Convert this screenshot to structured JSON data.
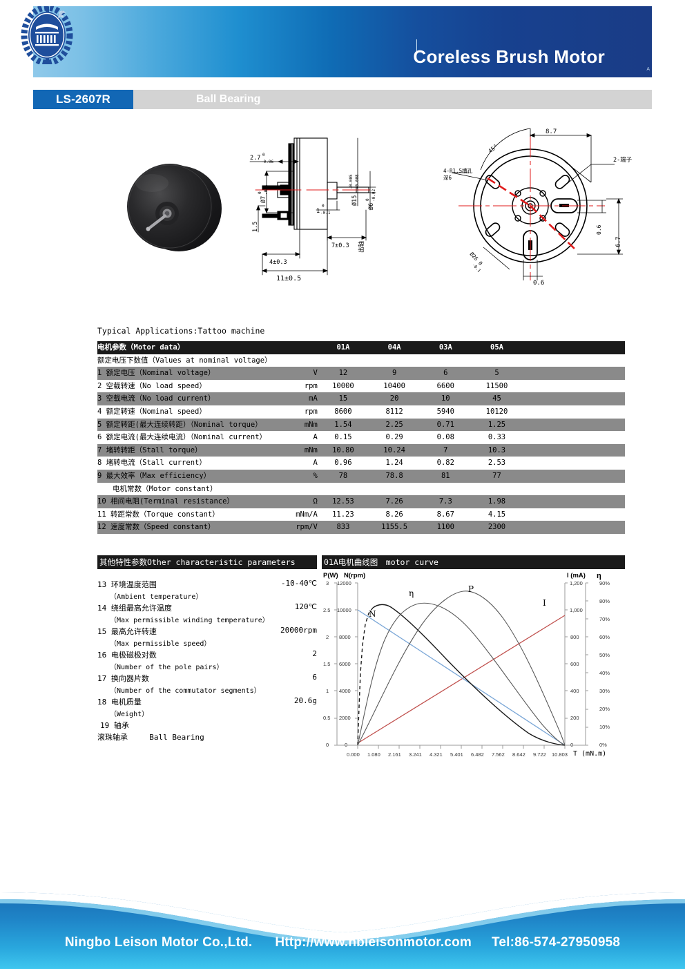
{
  "header": {
    "title": "Coreless Brush Motor",
    "corner_mark": "A",
    "logo_name": "leison-gear-logo"
  },
  "model_bar": {
    "model": "LS-2607R",
    "bearing": "Ball Bearing"
  },
  "drawings": {
    "photo_caption": "coreless-brush-motor-photo",
    "side_view": {
      "name": "side-elevation-drawing",
      "dims": [
        "2.7 0 -0.06",
        "ø7 0 -0.1",
        "ø15 -0.005 -0.008",
        "ø6 0 -0.02",
        "1 0 -0.1",
        "1.5",
        "7±0.3",
        "4±0.3",
        "11±0.5",
        "出轴"
      ]
    },
    "end_view": {
      "name": "end-face-drawing",
      "dims": [
        "45°",
        "8.7",
        "4-R1.5槽孔",
        "深6",
        "2-端子",
        "0.6",
        "6.7",
        "0.6",
        "ø26 0 -0.1"
      ]
    }
  },
  "typical_applications": "Typical Applications:Tattoo machine",
  "table": {
    "header_label": "电机参数（Motor data）",
    "columns": [
      "01A",
      "04A",
      "03A",
      "05A",
      "",
      ""
    ],
    "section_nominal": "额定电压下数值（Values at nominal voltage）",
    "section_constant": "电机常数（Motor constant）",
    "rows": [
      {
        "n": "1",
        "label": "额定电压（Nominal voltage）",
        "unit": "V",
        "values": [
          "12",
          "9",
          "6",
          "5",
          "",
          ""
        ]
      },
      {
        "n": "2",
        "label": "空载转速（No load speed）",
        "unit": "rpm",
        "values": [
          "10000",
          "10400",
          "6600",
          "11500",
          "",
          ""
        ]
      },
      {
        "n": "3",
        "label": "空载电流（No load current）",
        "unit": "mA",
        "values": [
          "15",
          "20",
          "10",
          "45",
          "",
          ""
        ]
      },
      {
        "n": "4",
        "label": "额定转速（Nominal speed）",
        "unit": "rpm",
        "values": [
          "8600",
          "8112",
          "5940",
          "10120",
          "",
          ""
        ]
      },
      {
        "n": "5",
        "label": "额定转距(最大连续转距）（Nominal torque）",
        "unit": "mNm",
        "values": [
          "1.54",
          "2.25",
          "0.71",
          "1.25",
          "",
          ""
        ]
      },
      {
        "n": "6",
        "label": "额定电流(最大连续电流）（Nominal current）",
        "unit": "A",
        "values": [
          "0.15",
          "0.29",
          "0.08",
          "0.33",
          "",
          ""
        ]
      },
      {
        "n": "7",
        "label": "堵转转距（Stall torque）",
        "unit": "mNm",
        "values": [
          "10.80",
          "10.24",
          "7",
          "10.3",
          "",
          ""
        ]
      },
      {
        "n": "8",
        "label": "堵转电流（Stall current）",
        "unit": "A",
        "values": [
          "0.96",
          "1.24",
          "0.82",
          "2.53",
          "",
          ""
        ]
      },
      {
        "n": "9",
        "label": "最大效率（Max efficiency）",
        "unit": "%",
        "values": [
          "78",
          "78.8",
          "81",
          "77",
          "",
          ""
        ]
      },
      {
        "n": "10",
        "label": "相间电阻(Terminal resistance）",
        "unit": "Ω",
        "values": [
          "12.53",
          "7.26",
          "7.3",
          "1.98",
          "",
          ""
        ]
      },
      {
        "n": "11",
        "label": "转距常数（Torque constant）",
        "unit": "mNm/A",
        "values": [
          "11.23",
          "8.26",
          "8.67",
          "4.15",
          "",
          ""
        ]
      },
      {
        "n": "12",
        "label": "速度常数（Speed constant）",
        "unit": "rpm/V",
        "values": [
          "833",
          "1155.5",
          "1100",
          "2300",
          "",
          ""
        ]
      }
    ]
  },
  "other_params": {
    "header": "其他特性参数Other characteristic parameters",
    "items": [
      {
        "n": "13",
        "label": "环境温度范围",
        "sub": "（Ambient temperature）",
        "value": "-10-40℃"
      },
      {
        "n": "14",
        "label": "绕组最高允许温度",
        "sub": "（Max permissible winding temperature）",
        "value": "120℃"
      },
      {
        "n": "15",
        "label": "最高允许转速",
        "sub": "（Max permissible speed）",
        "value": "20000rpm"
      },
      {
        "n": "16",
        "label": "电极磁极对数",
        "sub": "（Number of the pole pairs）",
        "value": "2"
      },
      {
        "n": "17",
        "label": "换向器片数",
        "sub": "（Number of the commutator segments）",
        "value": "6"
      },
      {
        "n": "18",
        "label": "电机质量",
        "sub": "（Weight）",
        "value": "20.6g"
      }
    ],
    "bearing_num": "19",
    "bearing_label": "轴承",
    "bearing_value_cn": "滚珠轴承",
    "bearing_value_en": "Ball Bearing"
  },
  "chart_data": {
    "type": "line",
    "title": "01A电机曲线图　motor curve",
    "xlabel": "T (mN.m)",
    "x_ticks": [
      "0.000",
      "1.080",
      "2.161",
      "3.241",
      "4.321",
      "5.401",
      "6.482",
      "7.562",
      "8.642",
      "9.722",
      "10.803"
    ],
    "xlim": [
      0,
      10.803
    ],
    "axes": [
      {
        "name": "P(W)",
        "ticks": [
          "0",
          "0.5",
          "1",
          "1.5",
          "2",
          "2.5",
          "3"
        ],
        "lim": [
          0,
          3
        ],
        "side": "left"
      },
      {
        "name": "N(rpm)",
        "ticks": [
          "0",
          "2000",
          "4000",
          "6000",
          "8000",
          "10000",
          "12000"
        ],
        "lim": [
          0,
          12000
        ],
        "side": "left"
      },
      {
        "name": "I (mA)",
        "ticks": [
          "0",
          "200",
          "400",
          "600",
          "800",
          "1,000",
          "1,200"
        ],
        "lim": [
          0,
          1200
        ],
        "side": "right"
      },
      {
        "name": "η",
        "ticks": [
          "0%",
          "10%",
          "20%",
          "30%",
          "40%",
          "50%",
          "60%",
          "70%",
          "80%",
          "90%"
        ],
        "lim": [
          0,
          90
        ],
        "side": "right"
      }
    ],
    "series": [
      {
        "name": "N",
        "label": "N",
        "color": "#000000",
        "axis": "N(rpm)",
        "comment": "speed drops linearly from no-load 10000 rpm at T=0 to 0 at stall 10.803; dashed startup segment near origin",
        "x": [
          0.0,
          0.3,
          0.6,
          1.08,
          2.161,
          3.241,
          4.321,
          5.401,
          6.482,
          7.562,
          8.642,
          9.722,
          10.803
        ],
        "y": [
          0,
          7000,
          9700,
          10300,
          10000,
          9100,
          8100,
          7000,
          5800,
          4600,
          3300,
          1900,
          0
        ]
      },
      {
        "name": "eta",
        "label": "η",
        "color": "#555555",
        "axis": "η",
        "comment": "efficiency curve peaks ~78% near T=2.2",
        "x": [
          0.0,
          0.5,
          1.08,
          1.6,
          2.161,
          2.8,
          3.241,
          4.321,
          5.401,
          6.482,
          7.562,
          8.642,
          9.722,
          10.803
        ],
        "y": [
          0,
          30,
          53,
          68,
          76,
          78,
          77,
          72,
          64,
          55,
          44,
          32,
          18,
          0
        ]
      },
      {
        "name": "P",
        "label": "P",
        "color": "#555555",
        "axis": "P(W)",
        "comment": "mechanical power parabola, peak ~2.9 W at T=5.4",
        "x": [
          0.0,
          1.08,
          2.161,
          3.241,
          4.321,
          5.401,
          6.482,
          7.562,
          8.642,
          9.722,
          10.803
        ],
        "y": [
          0,
          1.05,
          1.88,
          2.47,
          2.8,
          2.9,
          2.82,
          2.52,
          2.02,
          1.2,
          0
        ]
      },
      {
        "name": "I",
        "label": "I",
        "color": "#c0504d",
        "axis": "I (mA)",
        "comment": "current rises linearly from no-load 15 mA to stall 960 mA",
        "x": [
          0.0,
          10.803
        ],
        "y": [
          15,
          960
        ]
      },
      {
        "name": "N_linear",
        "label": "",
        "color": "#7ba7d7",
        "axis": "N(rpm)",
        "comment": "ideal linear speed line from 10000 rpm to 0",
        "x": [
          0.0,
          10.803
        ],
        "y": [
          10000,
          0
        ]
      }
    ],
    "grid": false,
    "legend_position": "inline-annotations"
  },
  "footer": {
    "company": "Ningbo Leison Motor Co.,Ltd.",
    "website": "Http://www.nbleisonmotor.com",
    "tel": "Tel:86-574-27950958"
  },
  "colors": {
    "brand_blue": "#1267b5",
    "header_dark": "#1a3c86",
    "header_light": "#8fc9ea",
    "table_shade": "#8a8a8a",
    "table_header": "#1a1a1a",
    "curve_red": "#c0504d",
    "curve_blue": "#7ba7d7"
  }
}
